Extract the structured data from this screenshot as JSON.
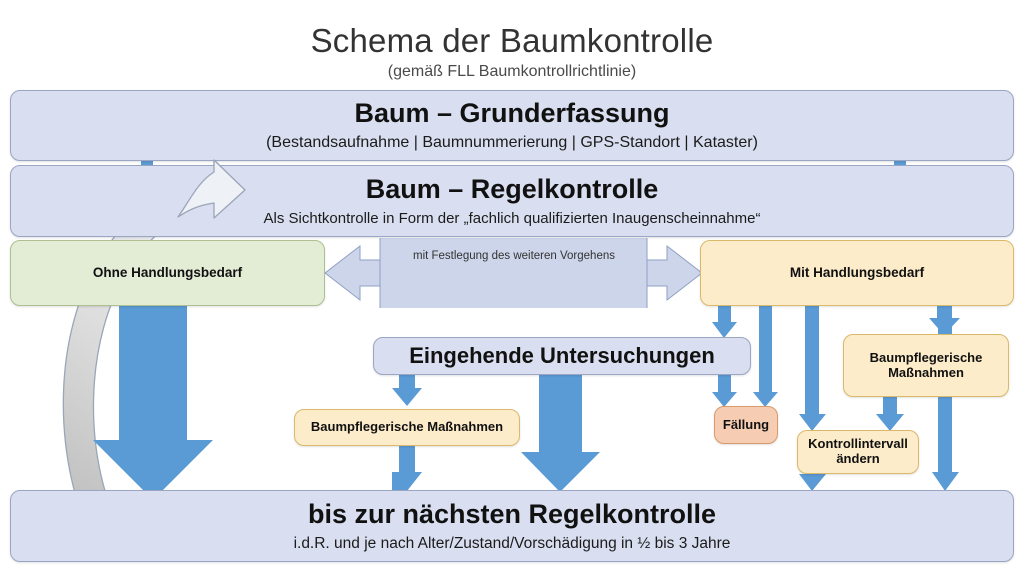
{
  "header": {
    "title": "Schema der Baumkontrolle",
    "subtitle": "(gemäß FLL Baumkontrollrichtlinie)"
  },
  "nodes": {
    "grunderfassung": {
      "title": "Baum – Grunderfassung",
      "subtitle": "(Bestandsaufnahme | Baumnummerierung | GPS-Standort | Kataster)"
    },
    "regelkontrolle": {
      "title": "Baum – Regelkontrolle",
      "subtitle": "Als Sichtkontrolle in Form der „fachlich qualifizierten Inaugenscheinnahme“"
    },
    "ohne_handlungsbedarf": {
      "label": "Ohne Handlungsbedarf"
    },
    "mit_handlungsbedarf": {
      "label": "Mit Handlungsbedarf"
    },
    "eingehende_untersuchungen": {
      "label": "Eingehende Untersuchungen"
    },
    "baumpflegerische_massnahmen_links": {
      "label": "Baumpflegerische Maßnahmen"
    },
    "baumpflegerische_massnahmen_rechts": {
      "label": "Baumpflegerische\nMaßnahmen"
    },
    "faellung": {
      "label": "Fällung"
    },
    "kontrollintervall": {
      "label": "Kontrollintervall\nändern"
    },
    "naechste_regelkontrolle": {
      "title": "bis zur nächsten Regelkontrolle",
      "subtitle": "i.d.R. und je nach Alter/Zustand/Vorschädigung in ½ bis 3 Jahre"
    }
  },
  "connectors": {
    "mit_festlegung": "mit Festlegung des weiteren Vorgehens"
  },
  "colors": {
    "box_blue_fill": "#d9dff0",
    "box_blue_border": "#9aa6c4",
    "box_green_fill": "#e3ecd5",
    "box_green_border": "#aebf92",
    "box_tan_fill": "#fcecca",
    "box_tan_border": "#dcb96a",
    "box_salmon_fill": "#f6cdb2",
    "box_salmon_border": "#d89a6c",
    "arrow_blue": "#5b9bd5",
    "arrow_gray_fill": "#d6d6d6",
    "arrow_gray_border": "#9aa6b8",
    "bidir_fill": "#ccd5ea",
    "bidir_border": "#8fa0c4",
    "title_text": "#333333"
  }
}
